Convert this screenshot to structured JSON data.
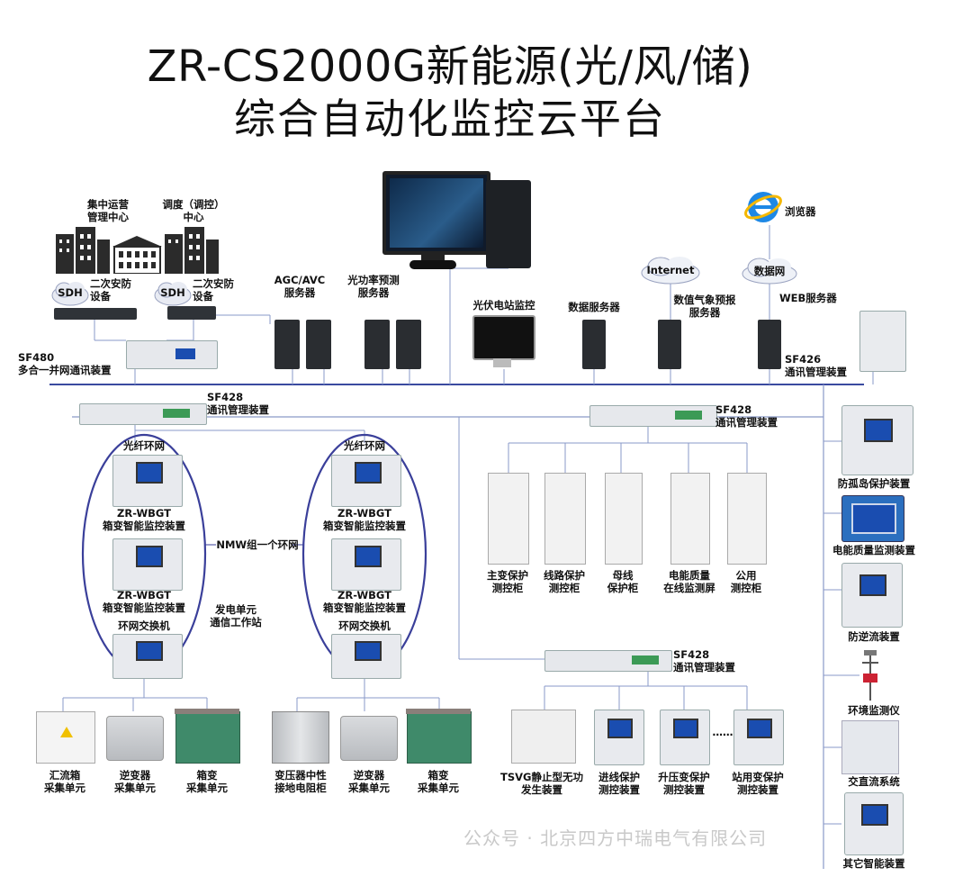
{
  "title": {
    "line1": "ZR-CS2000G新能源(光/风/储)",
    "line2": "综合自动化监控云平台"
  },
  "top": {
    "center_ops": "集中运营\n管理中心",
    "dispatch": "调度（调控）\n中心",
    "sdh": "SDH",
    "sec_device_1": "二次安防\n设备",
    "sec_device_2": "二次安防\n设备",
    "sf480": "SF480\n多合一并网通讯装置",
    "agc": "AGC/AVC\n服务器",
    "pv_forecast": "光功率预测\n服务器",
    "pv_monitor": "光伏电站监控",
    "data_server": "数据服务器",
    "internet": "Internet",
    "weather": "数值气象预报\n服务器",
    "browser": "浏览器",
    "datanet": "数据网",
    "web": "WEB服务器",
    "sf426": "SF426\n通讯管理装置"
  },
  "middle": {
    "sf428_left": "SF428\n通讯管理装置",
    "sf428_right": "SF428\n通讯管理装置",
    "ring_left_title": "光纤环网",
    "ring_right_title": "光纤环网",
    "zr_wbgt_1": "ZR-WBGT\n箱变智能监控装置",
    "zr_wbgt_2": "ZR-WBGT\n箱变智能监控装置",
    "zr_wbgt_3": "ZR-WBGT\n箱变智能监控装置",
    "zr_wbgt_4": "ZR-WBGT\n箱变智能监控装置",
    "nmw": "NMW组一个环网",
    "gen_unit": "发电单元\n通信工作站",
    "ring_switch_left": "环网交换机",
    "ring_switch_right": "环网交换机"
  },
  "cabinets": [
    {
      "label": "主变保护\n测控柜"
    },
    {
      "label": "线路保护\n测控柜"
    },
    {
      "label": "母线\n保护柜"
    },
    {
      "label": "电能质量\n在线监测屏"
    },
    {
      "label": "公用\n测控柜"
    }
  ],
  "right_column": [
    {
      "label": "防孤岛保护装置"
    },
    {
      "label": "电能质量监测装置"
    },
    {
      "label": "防逆流装置"
    },
    {
      "label": "环境监测仪"
    },
    {
      "label": "交直流系统"
    },
    {
      "label": "其它智能装置"
    }
  ],
  "sf428_bottom": "SF428\n通讯管理装置",
  "bottom_devices": [
    {
      "label": "TSVG静止型无功\n发生装置"
    },
    {
      "label": "进线保护\n测控装置"
    },
    {
      "label": "升压变保护\n测控装置"
    },
    {
      "label": "站用变保护\n测控装置"
    }
  ],
  "dots": "……",
  "field_left": [
    {
      "label": "汇流箱\n采集单元"
    },
    {
      "label": "逆变器\n采集单元"
    },
    {
      "label": "箱变\n采集单元"
    }
  ],
  "field_right": [
    {
      "label": "变压器中性\n接地电阻柜"
    },
    {
      "label": "逆变器\n采集单元"
    },
    {
      "label": "箱变\n采集单元"
    }
  ],
  "watermark": "公众号 · 北京四方中瑞电气有限公司",
  "colors": {
    "bus": "#3a4aa0",
    "ring": "#3a3f9a",
    "wire": "#8a9ac8",
    "device": "#e6e8ec",
    "screen": "#1a4db0",
    "cabinet": "#f2f2f2",
    "box_green": "#3f8a6a",
    "building": "#2b2b2b"
  },
  "icons": [
    "building-icon",
    "server-tower-icon",
    "monitor-icon",
    "cloud-icon",
    "ie-browser-icon",
    "rack-device-icon",
    "protection-relay-icon",
    "cabinet-icon",
    "weather-station-icon",
    "combiner-box-icon",
    "inverter-icon",
    "box-transformer-icon"
  ]
}
